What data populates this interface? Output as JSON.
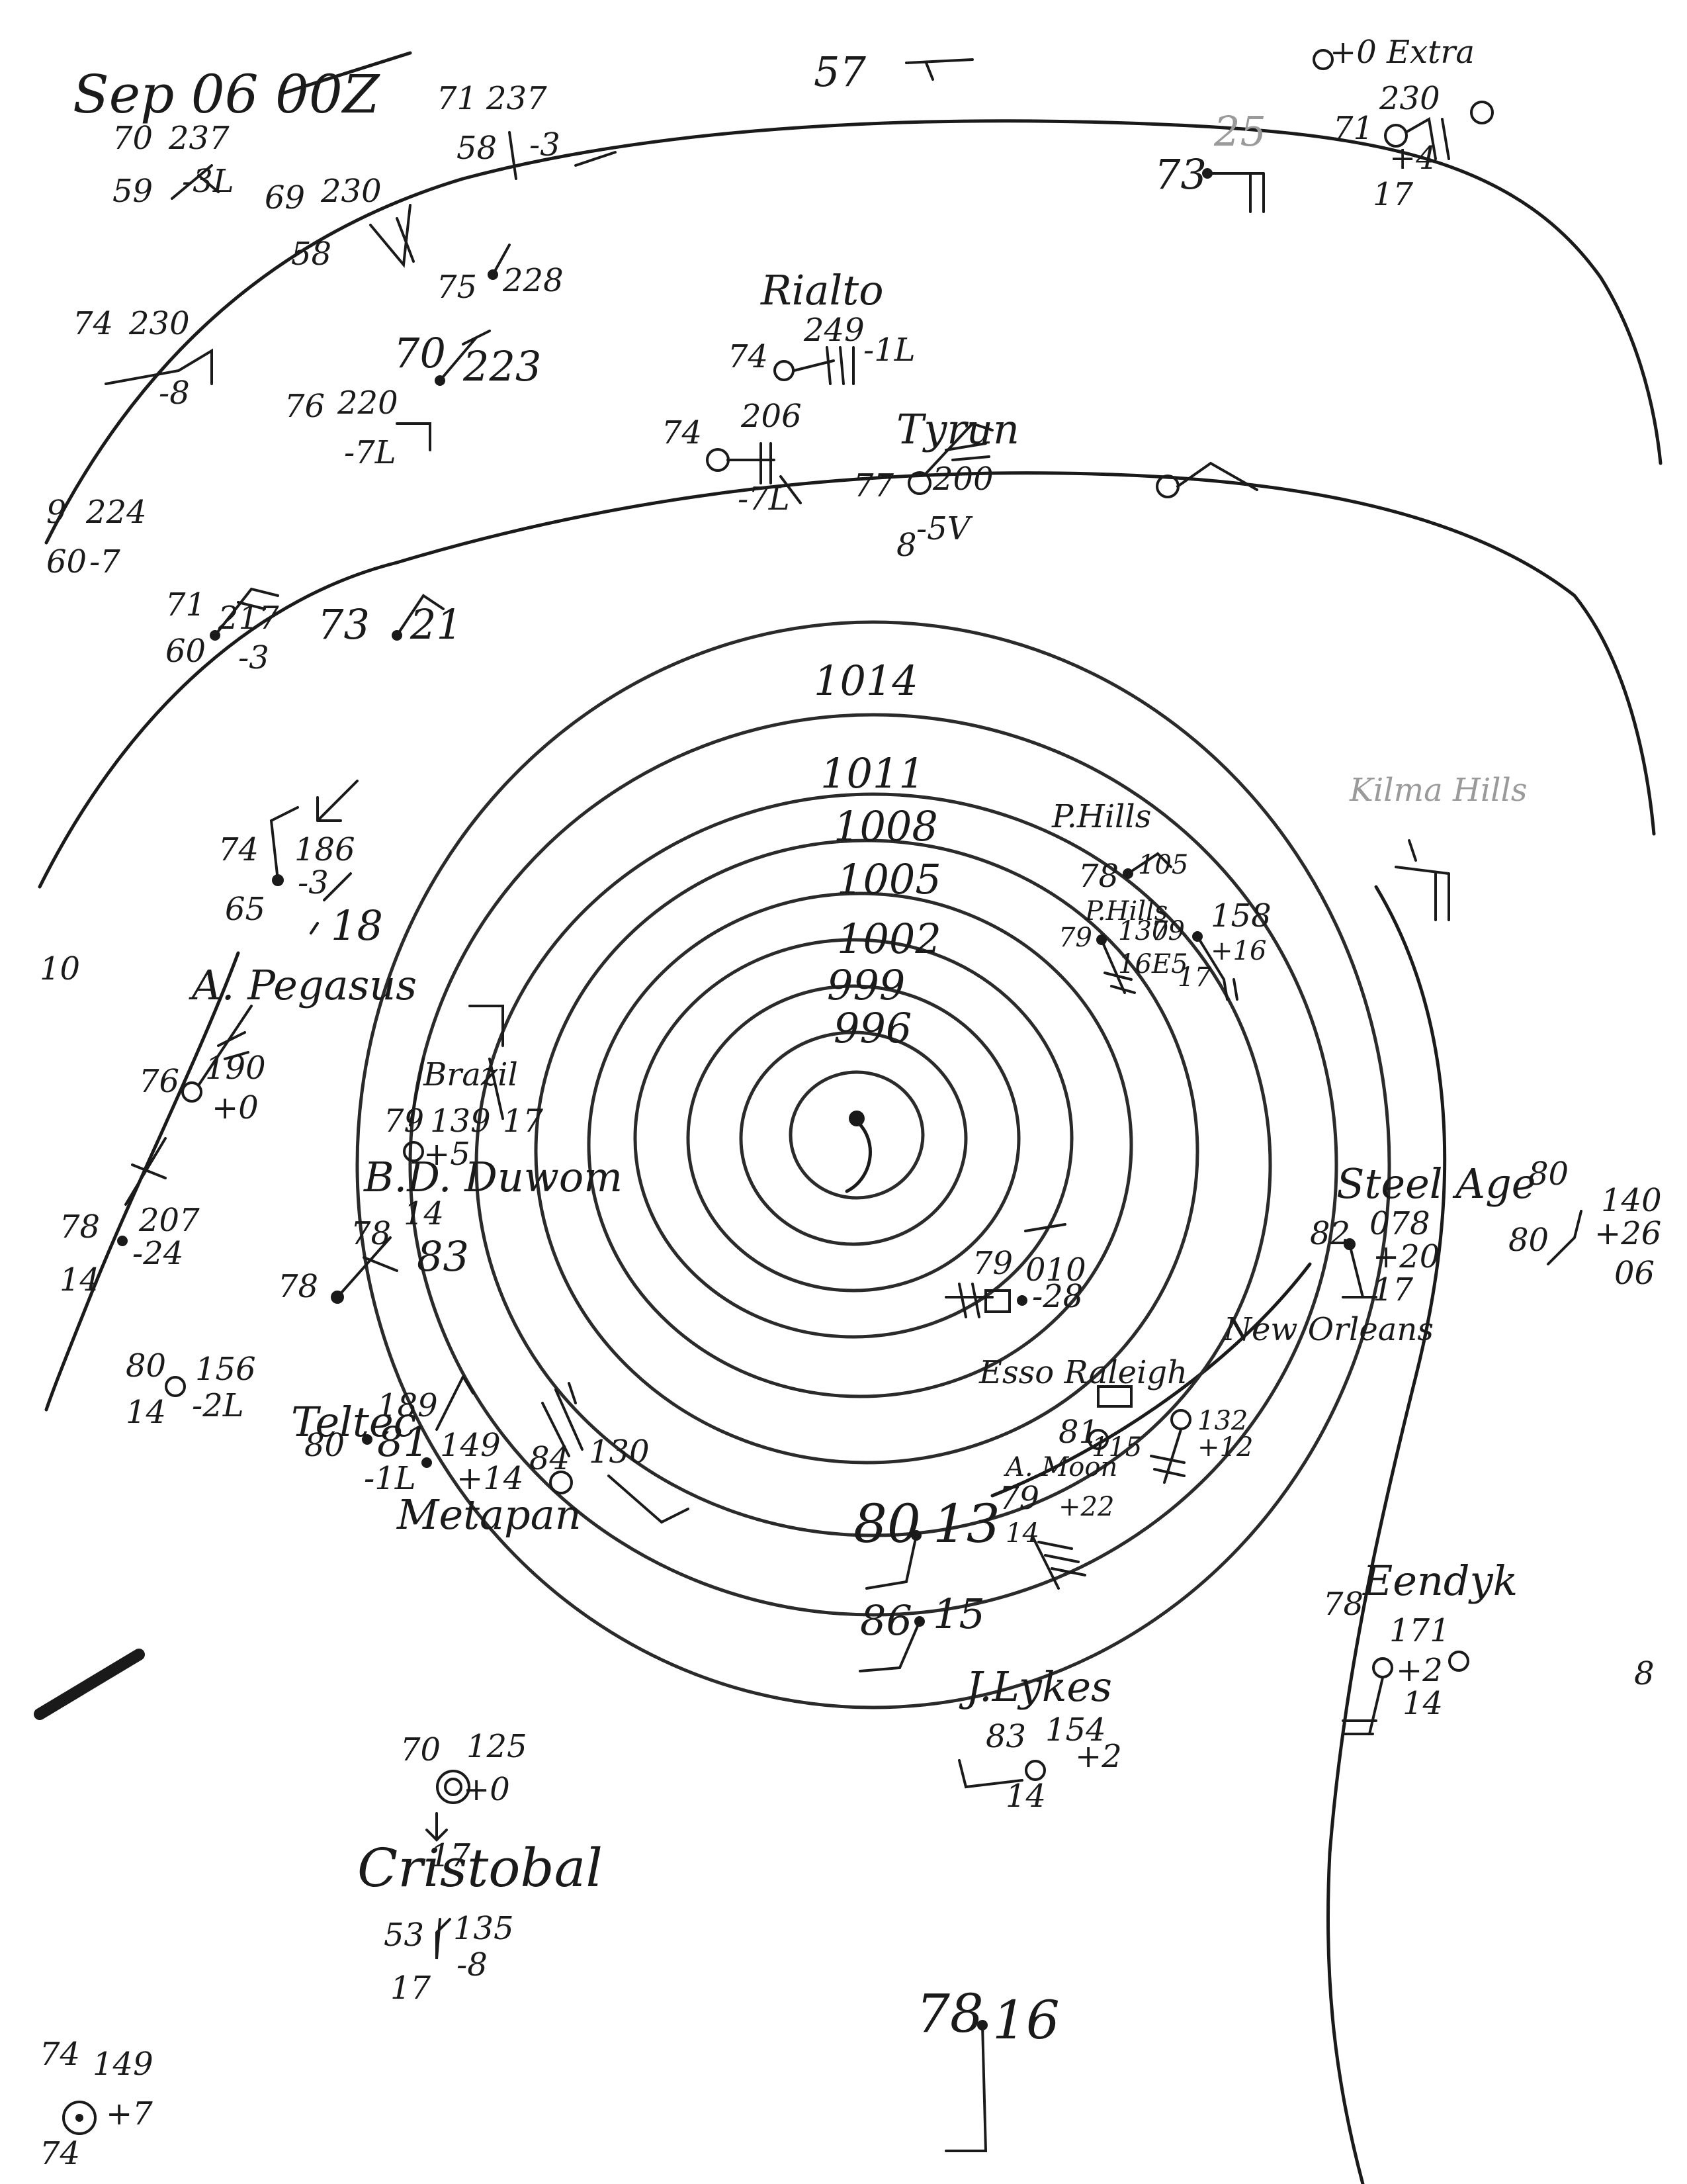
{
  "chart_title": "Sep 06 00Z",
  "isobars": [
    {
      "label": "1014"
    },
    {
      "label": "1011"
    },
    {
      "label": "1008"
    },
    {
      "label": "1005"
    },
    {
      "label": "1002"
    },
    {
      "label": "999"
    },
    {
      "label": "996"
    }
  ],
  "ship_names": {
    "rialto": "Rialto",
    "tyrun": "Tyrun",
    "pegasus": "A. Pegasus",
    "brazil": "Brazil",
    "bd_duwom": "B.D. Duwom",
    "p_hills_1": "P.Hills",
    "p_hills_2": "P.Hills",
    "steel_age": "Steel Age",
    "new_orleans": "New Orleans",
    "metapan": "Metapan",
    "teltec": "Teltec",
    "j_lykes": "J.Lykes",
    "eendyk": "Eendyk",
    "cristobal": "Cristobal",
    "kilma_hills": "Kilma Hills",
    "esso_raleigh": "Esso Raleigh",
    "a_moon": "A. Moon"
  },
  "observations": [
    {
      "id": "ob-70-237",
      "temp": "70",
      "pres": "237",
      "dew": "59",
      "tend": "-3L"
    },
    {
      "id": "ob-71-237",
      "temp": "71",
      "pres": "237",
      "dew": "58",
      "tend": "-3"
    },
    {
      "id": "ob-69-230",
      "temp": "69",
      "pres": "230",
      "dew": "58"
    },
    {
      "id": "ob-75-228",
      "temp": "75",
      "pres": "228"
    },
    {
      "id": "ob-74-230",
      "temp": "74",
      "pres": "230",
      "tend": "-8"
    },
    {
      "id": "ob-70-223",
      "temp": "70",
      "pres": "223"
    },
    {
      "id": "ob-76-220",
      "temp": "76",
      "pres": "220",
      "tend": "-7L"
    },
    {
      "id": "ob-224",
      "temp": "9",
      "pres": "224",
      "dew": "60",
      "tend": "-7"
    },
    {
      "id": "ob-rialto",
      "temp": "74",
      "pres": "249",
      "tend": "-1L"
    },
    {
      "id": "ob-74-206",
      "temp": "74",
      "pres": "206",
      "tend": "-7L"
    },
    {
      "id": "ob-tyrun",
      "temp": "77",
      "pres": "200",
      "tend": "-5V",
      "extra": "8"
    },
    {
      "id": "ob-73-25",
      "temp": "73",
      "pres": "25"
    },
    {
      "id": "ob-71-230",
      "temp": "71",
      "pres": "230",
      "tend": "+4"
    },
    {
      "id": "ob-71-217",
      "temp": "71",
      "pres": "217",
      "dew": "60",
      "tend": "-3"
    },
    {
      "id": "ob-73-21",
      "temp": "73",
      "pres": "21"
    },
    {
      "id": "ob-74-186",
      "temp": "74",
      "pres": "186",
      "dew": "65",
      "tend": "-3",
      "extra": "18"
    },
    {
      "id": "ob-pegasus",
      "temp": "76",
      "pres": "190",
      "tend": "+0"
    },
    {
      "id": "ob-brazil",
      "temp": "79",
      "pres": "139",
      "tend": "+5",
      "extra": "17"
    },
    {
      "id": "ob-duwom",
      "temp": "78",
      "pres": "14",
      "extra": "83"
    },
    {
      "id": "ob-78-207",
      "temp": "78",
      "pres": "207",
      "tend": "-24",
      "extra": "14"
    },
    {
      "id": "ob-80-156",
      "temp": "80",
      "pres": "156",
      "tend": "-2L",
      "extra": "14"
    },
    {
      "id": "ob-teltec",
      "temp": "80",
      "pres": "189",
      "dew": "81",
      "tend": "-1L"
    },
    {
      "id": "ob-149",
      "pres": "149",
      "tend": "+14"
    },
    {
      "id": "ob-metapan",
      "temp": "84",
      "pres": "130"
    },
    {
      "id": "ob-80-13",
      "temp": "80",
      "pres": "13"
    },
    {
      "id": "ob-86-15",
      "temp": "86",
      "pres": "15"
    },
    {
      "id": "ob-p-hills",
      "temp": "78",
      "pres": "105"
    },
    {
      "id": "ob-p-hills-2",
      "temp": "79",
      "pres": "130",
      "tend": "16E5"
    },
    {
      "id": "ob-158",
      "temp": "79",
      "pres": "158",
      "tend": "+16",
      "extra": "17"
    },
    {
      "id": "ob-010",
      "temp": "79",
      "pres": "010",
      "tend": "-28"
    },
    {
      "id": "ob-steel-age",
      "temp": "82",
      "pres": "078",
      "tend": "+20",
      "extra": "17"
    },
    {
      "id": "ob-132",
      "pres": "132",
      "tend": "+12"
    },
    {
      "id": "ob-115",
      "temp": "81",
      "pres": "115"
    },
    {
      "id": "ob-moon",
      "temp": "79",
      "tend": "+22",
      "extra": "14"
    },
    {
      "id": "ob-80-140",
      "temp": "80",
      "pres": "140",
      "tend": "+26",
      "extra": "06"
    },
    {
      "id": "ob-eendyk",
      "temp": "78",
      "pres": "171",
      "tend": "+2",
      "extra": "14"
    },
    {
      "id": "ob-lykes",
      "temp": "83",
      "pres": "154",
      "tend": "+2",
      "extra": "14"
    },
    {
      "id": "ob-70-125",
      "temp": "70",
      "pres": "125",
      "tend": "+0",
      "extra": "17"
    },
    {
      "id": "ob-cristobal",
      "temp": "53",
      "pres": "135",
      "tend": "-8",
      "extra": "17"
    },
    {
      "id": "ob-78-16",
      "temp": "78",
      "pres": "16"
    },
    {
      "id": "ob-149-b",
      "temp": "74",
      "pres": "149",
      "tend": "+7"
    }
  ],
  "marginal_text": {
    "top_center_57": "57",
    "top_right_extra": "+0 Extra",
    "arrow_17": "17",
    "left_10": "10",
    "right_8": "8",
    "bottom_left_74": "74",
    "left_arrow_21": "21",
    "left_10_b": "10"
  }
}
